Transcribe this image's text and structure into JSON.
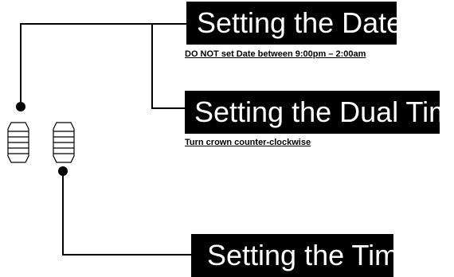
{
  "labels": {
    "date": {
      "title": "Setting the Date",
      "note": "DO NOT set Date between 9:00pm – 2:00am"
    },
    "dual_time": {
      "title": "Setting the Dual Time",
      "note": "Turn crown counter-clockwise"
    },
    "time": {
      "title": "Setting the Time"
    }
  },
  "colors": {
    "line": "#000000",
    "label_background": "#000000",
    "label_text": "#ffffff"
  },
  "icons": [
    "crown-left-icon",
    "crown-right-icon",
    "connector-dot-icon"
  ]
}
